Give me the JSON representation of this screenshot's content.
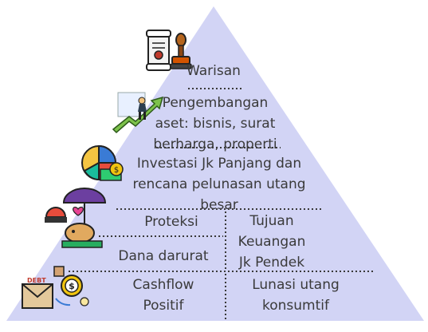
{
  "pyramid": {
    "fill": "#d2d4f5",
    "divider_color": "#3a3a3a",
    "tiers": {
      "warisan": {
        "lines": [
          "Warisan"
        ],
        "icon": "scroll-and-stamp-icon"
      },
      "pengembangan": {
        "lines": [
          "Pengembangan",
          "aset: bisnis, surat",
          "berharga, properti"
        ],
        "icon": "growth-arrow-businessman-icon"
      },
      "investasi": {
        "lines": [
          "Investasi Jk Panjang dan",
          "rencana pelunasan utang",
          "besar"
        ],
        "icon": "pie-chart-money-icon"
      },
      "proteksi": {
        "lines": [
          "Proteksi"
        ],
        "icon": "umbrella-siren-piggy-bank-icon"
      },
      "dana_darurat": {
        "lines": [
          "Dana darurat"
        ]
      },
      "tujuan": {
        "lines": [
          "Tujuan",
          "Keuangan",
          "Jk Pendek"
        ]
      },
      "cashflow": {
        "lines": [
          "Cashflow",
          "Positif"
        ],
        "icon": "debt-envelope-gear-dollar-icon"
      },
      "lunasi": {
        "lines": [
          "Lunasi utang",
          "konsumtif"
        ]
      }
    }
  }
}
